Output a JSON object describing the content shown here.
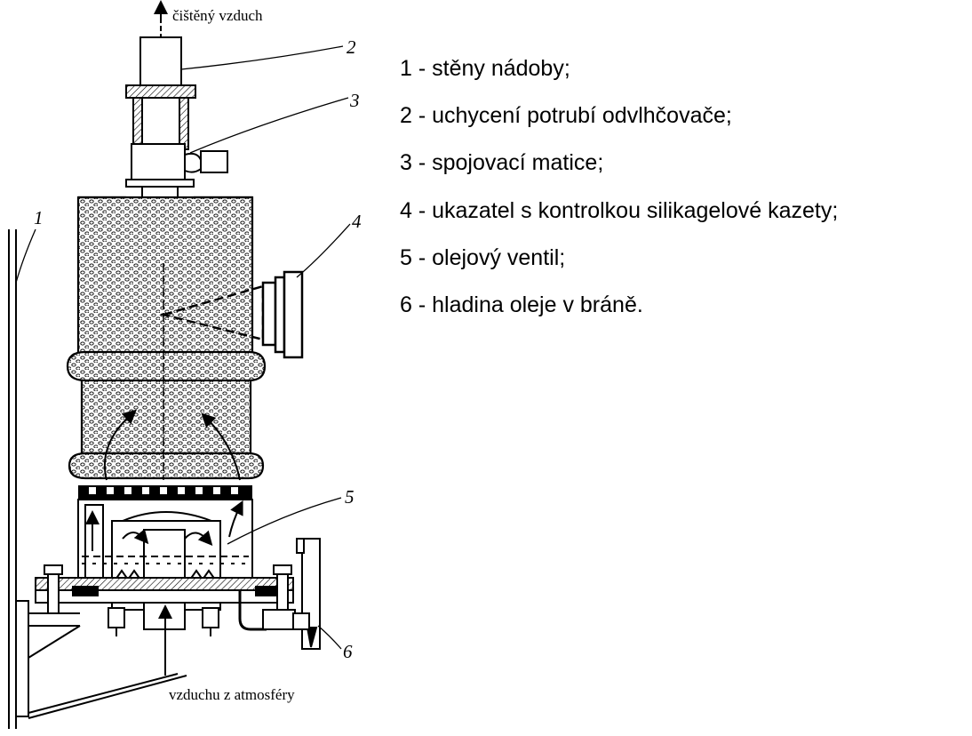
{
  "diagram": {
    "top_label": "čištěný vzduch",
    "bottom_label": "vzduchu z atmosféry",
    "callouts": [
      "1",
      "2",
      "3",
      "4",
      "5",
      "6"
    ]
  },
  "legend": [
    "1 - stěny nádoby;",
    "2 - uchycení potrubí odvlhčovače;",
    "3 - spojovací matice;",
    "4 - ukazatel s kontrolkou silikagelové kazety;",
    "5 - olejový ventil;",
    "6 - hladina oleje v bráně."
  ]
}
